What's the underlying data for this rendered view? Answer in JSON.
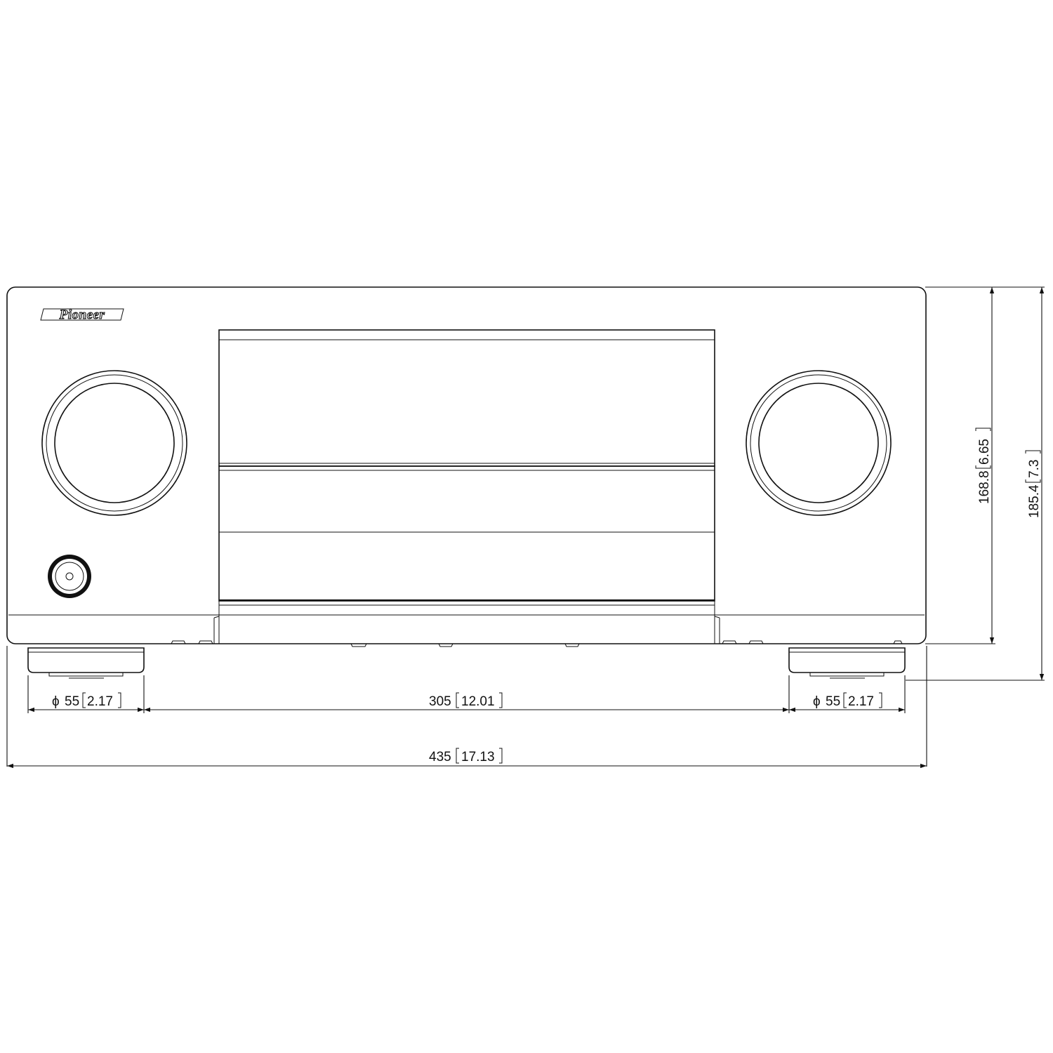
{
  "brand": {
    "logo_text": "Pioneer"
  },
  "dimensions": {
    "foot_left": {
      "symbol": "ϕ",
      "mm": "55",
      "inch": "2.17"
    },
    "foot_span": {
      "mm": "305",
      "inch": "12.01"
    },
    "foot_right": {
      "symbol": "ϕ",
      "mm": "55",
      "inch": "2.17"
    },
    "overall_width": {
      "mm": "435",
      "inch": "17.13"
    },
    "body_height": {
      "mm": "168.8",
      "inch": "6.65"
    },
    "overall_height": {
      "mm": "185.4",
      "inch": "7.3"
    }
  },
  "colors": {
    "line": "#111111",
    "background": "#ffffff"
  }
}
